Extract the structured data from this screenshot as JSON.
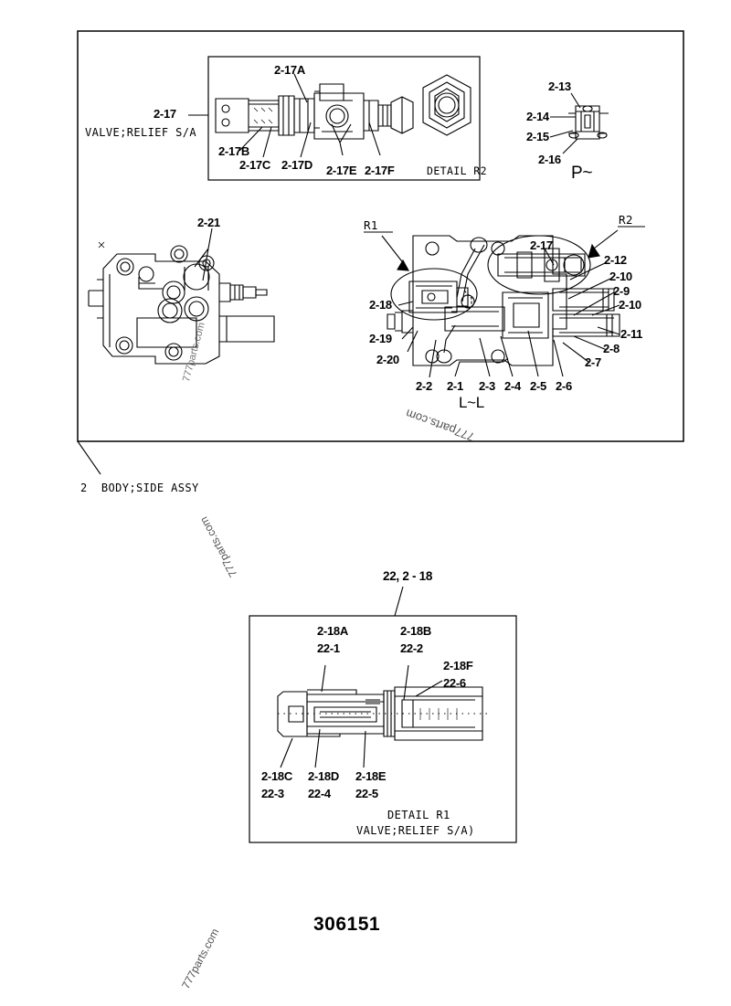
{
  "document": {
    "part_number": "306151",
    "watermark_text": "777parts.com"
  },
  "main_frame": {
    "name": "main assembly frame",
    "bottom_callout": {
      "item": "2",
      "description": "BODY;SIDE ASSY",
      "full": "2  BODY;SIDE ASSY"
    }
  },
  "detail_r2": {
    "title": "DETAIL R2",
    "valve_callout_number": "2-17",
    "valve_callout_desc": "VALVE;RELIEF S/A",
    "labels": [
      {
        "id": "l-2-17A",
        "text": "2-17A"
      },
      {
        "id": "l-2-17B",
        "text": "2-17B"
      },
      {
        "id": "l-2-17C",
        "text": "2-17C"
      },
      {
        "id": "l-2-17D",
        "text": "2-17D"
      },
      {
        "id": "l-2-17E",
        "text": "2-17E"
      },
      {
        "id": "l-2-17F",
        "text": "2-17F"
      }
    ]
  },
  "p_detail": {
    "section_mark": "P~",
    "labels": [
      {
        "id": "l-2-13",
        "text": "2-13"
      },
      {
        "id": "l-2-14",
        "text": "2-14"
      },
      {
        "id": "l-2-15",
        "text": "2-15"
      },
      {
        "id": "l-2-16",
        "text": "2-16"
      }
    ]
  },
  "body_side_view": {
    "label": "2-21"
  },
  "section_ll": {
    "section_mark": "L~L",
    "region_marks": [
      {
        "id": "r1",
        "text": "R1"
      },
      {
        "id": "r2",
        "text": "R2"
      }
    ],
    "labels_left": [
      {
        "id": "l-2-18",
        "text": "2-18"
      },
      {
        "id": "l-2-19",
        "text": "2-19"
      },
      {
        "id": "l-2-20",
        "text": "2-20"
      }
    ],
    "labels_bottom": [
      {
        "id": "l-2-2",
        "text": "2-2"
      },
      {
        "id": "l-2-1",
        "text": "2-1"
      },
      {
        "id": "l-2-3",
        "text": "2-3"
      },
      {
        "id": "l-2-4",
        "text": "2-4"
      },
      {
        "id": "l-2-5",
        "text": "2-5"
      },
      {
        "id": "l-2-6",
        "text": "2-6"
      },
      {
        "id": "l-2-7",
        "text": "2-7"
      },
      {
        "id": "l-2-8",
        "text": "2-8"
      }
    ],
    "labels_right": [
      {
        "id": "l-2-17-main",
        "text": "2-17"
      },
      {
        "id": "l-2-12",
        "text": "2-12"
      },
      {
        "id": "l-2-10a",
        "text": "2-10"
      },
      {
        "id": "l-2-9",
        "text": "2-9"
      },
      {
        "id": "l-2-10b",
        "text": "2-10"
      },
      {
        "id": "l-2-11",
        "text": "2-11"
      }
    ]
  },
  "detail_r1": {
    "title_top": "22, 2 - 18",
    "title": "DETAIL R1",
    "subtitle": "VALVE;RELIEF S/A)",
    "labels": [
      {
        "id": "l-a",
        "top": "2-18A",
        "bottom": "22-1"
      },
      {
        "id": "l-b",
        "top": "2-18B",
        "bottom": "22-2"
      },
      {
        "id": "l-f",
        "top": "2-18F",
        "bottom": "22-6"
      },
      {
        "id": "l-c",
        "top": "2-18C",
        "bottom": "22-3"
      },
      {
        "id": "l-d",
        "top": "2-18D",
        "bottom": "22-4"
      },
      {
        "id": "l-e",
        "top": "2-18E",
        "bottom": "22-5"
      }
    ]
  }
}
